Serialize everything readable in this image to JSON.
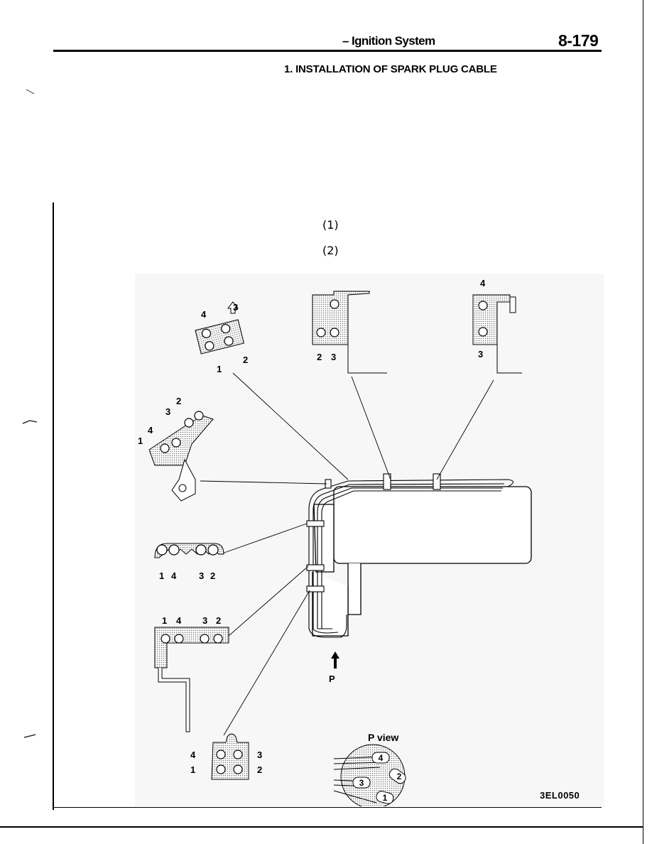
{
  "header": {
    "section": "– Ignition System",
    "page_number": "8-179"
  },
  "title": "1. INSTALLATION OF SPARK PLUG CABLE",
  "steps": [
    "(1)",
    "(2)"
  ],
  "figure": {
    "code": "3EL0050",
    "p_view_label": "P view",
    "p_arrow_label": "P",
    "cable_numbers": [
      "1",
      "2",
      "3",
      "4"
    ]
  }
}
